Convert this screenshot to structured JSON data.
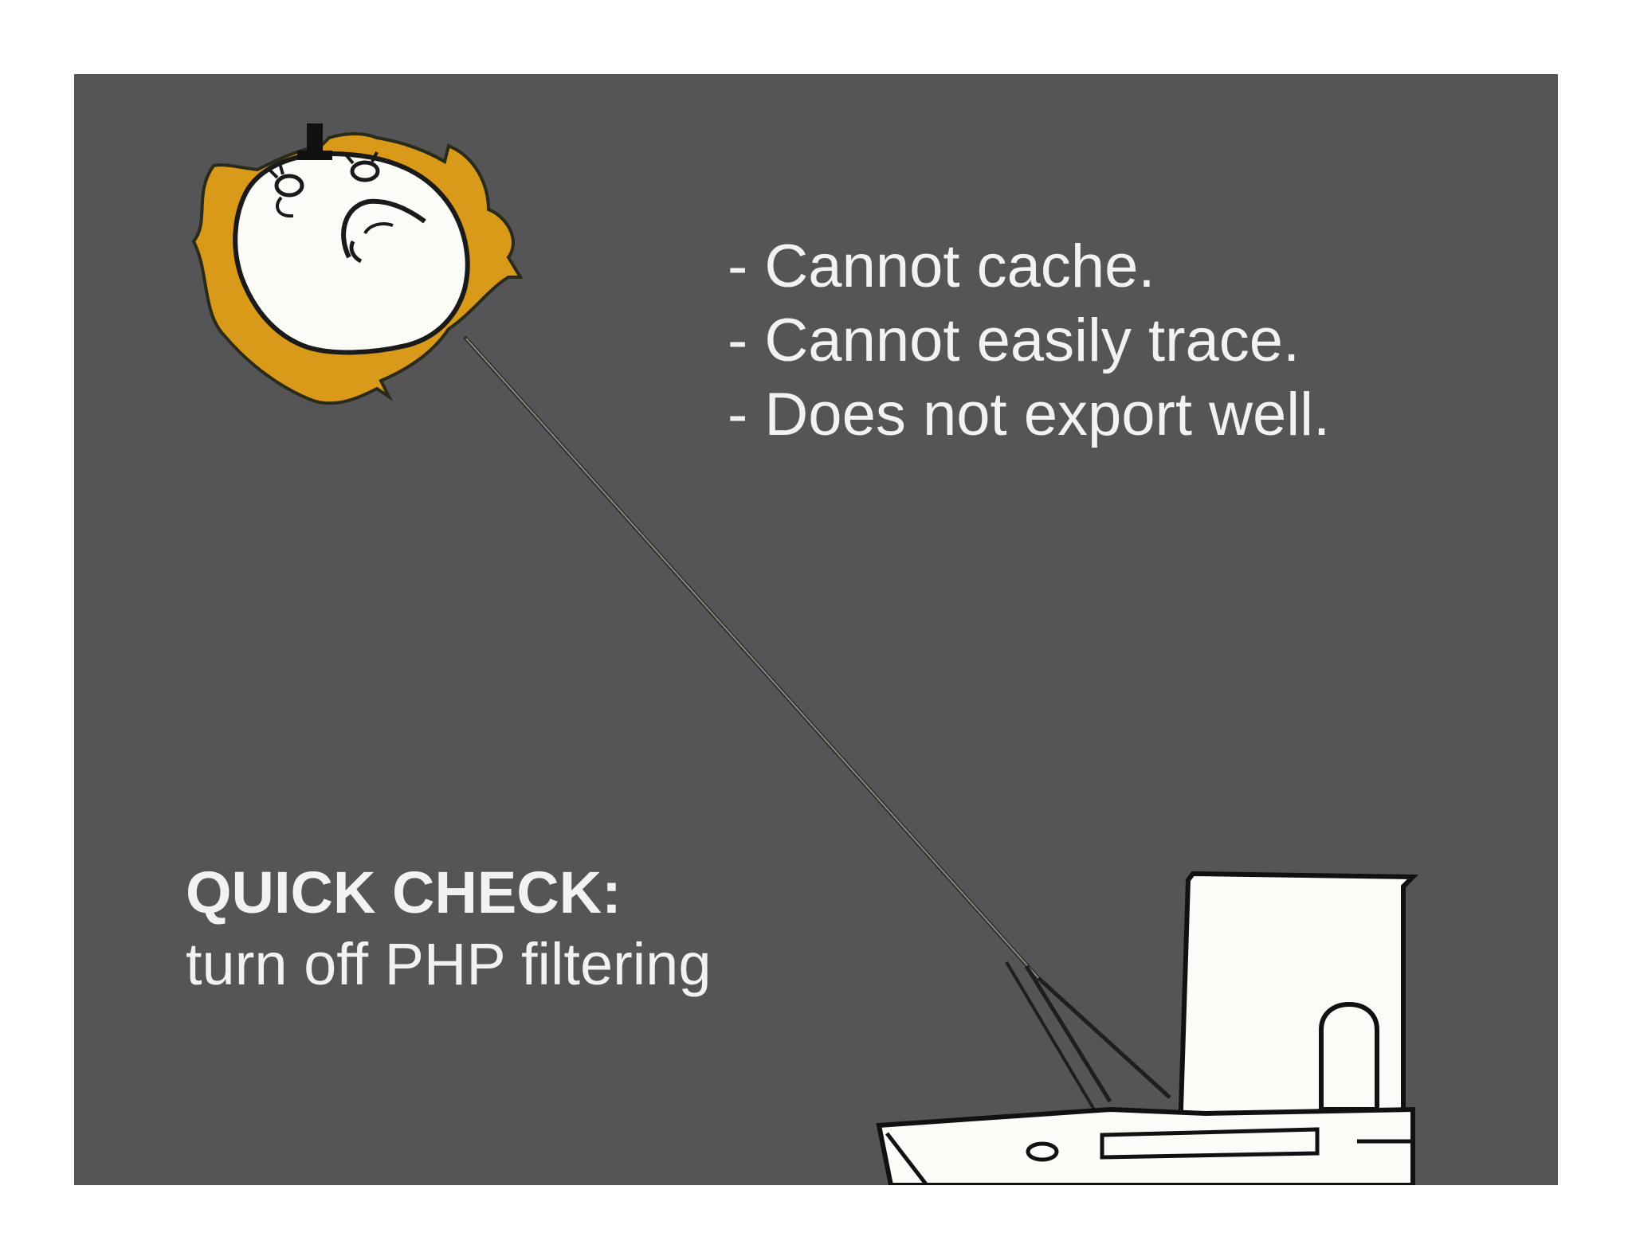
{
  "slide": {
    "background_color": "#555456",
    "bullets": [
      "- Cannot cache.",
      "- Cannot easily trace.",
      "- Does not export well."
    ],
    "quick_check": {
      "title": "QUICK CHECK:",
      "subtitle": "turn off PHP filtering"
    },
    "illustration": {
      "description_icon": "rage-comic-flung-face-icon",
      "desk_icon": "computer-desk-icon",
      "hair_color": "#d99a1a"
    }
  }
}
